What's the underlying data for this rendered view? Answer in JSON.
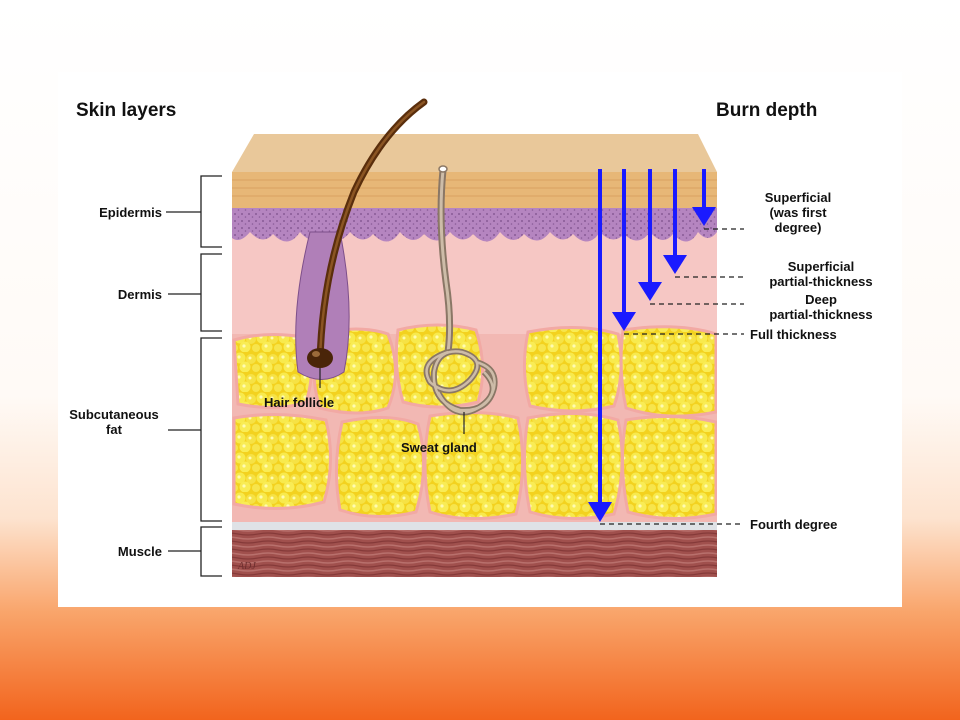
{
  "headings": {
    "left": "Skin layers",
    "right": "Burn depth"
  },
  "layers": [
    {
      "id": "epidermis",
      "label": "Epidermis"
    },
    {
      "id": "dermis",
      "label": "Dermis"
    },
    {
      "id": "subcutaneous",
      "label": "Subcutaneous\nfat"
    },
    {
      "id": "muscle",
      "label": "Muscle"
    }
  ],
  "structures": {
    "hair_follicle": "Hair follicle",
    "sweat_gland": "Sweat gland"
  },
  "burn_depths": [
    {
      "id": "superficial",
      "label": "Superficial\n(was first\ndegree)"
    },
    {
      "id": "superficial-partial",
      "label": "Superficial\npartial-thickness"
    },
    {
      "id": "deep-partial",
      "label": "Deep\npartial-thickness"
    },
    {
      "id": "full",
      "label": "Full thickness"
    },
    {
      "id": "fourth",
      "label": "Fourth degree"
    }
  ],
  "artist_mark": "ADJ",
  "colors": {
    "arrow": "#1a1aff",
    "surface": "#e9c89a",
    "epidermis": "#b889c2",
    "dermis": "#f6c7c4",
    "fat": "#f4e232",
    "muscle": "#9c4b4a",
    "slide_accent": "#f2641d"
  }
}
